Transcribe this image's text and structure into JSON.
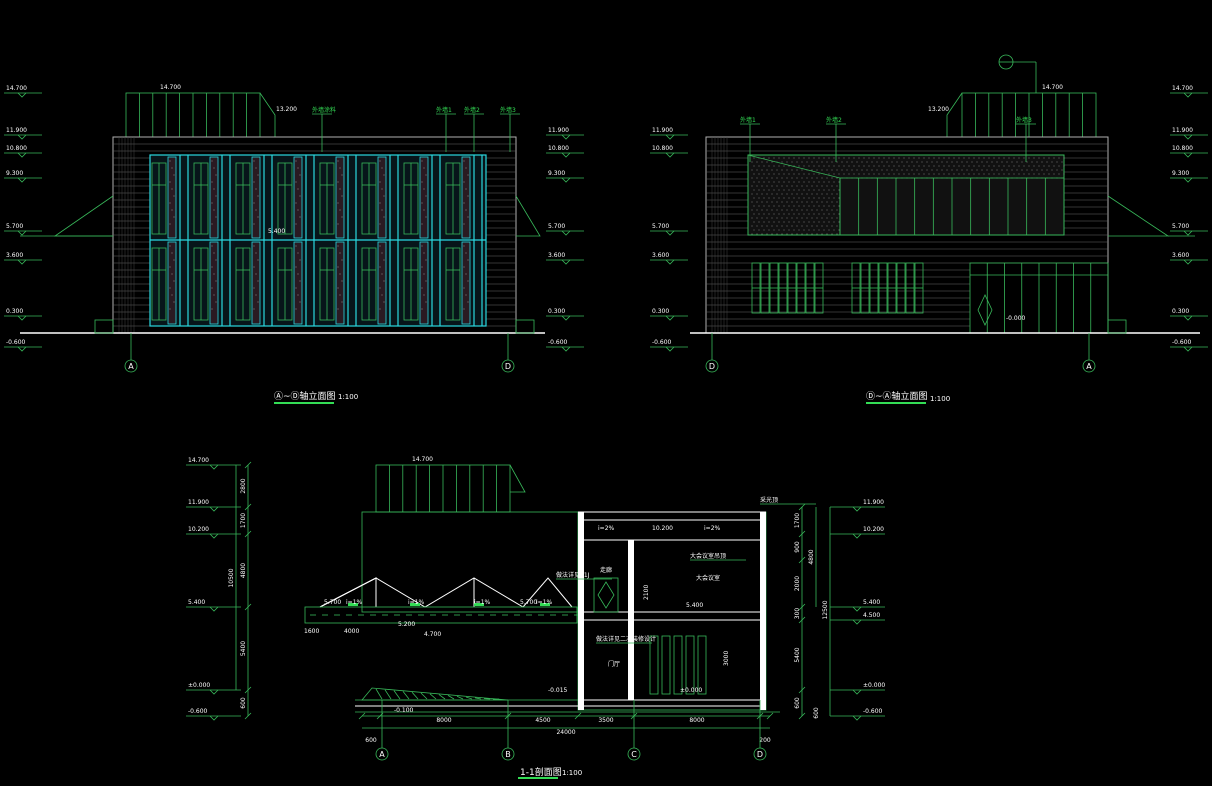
{
  "left_elevation": {
    "title": "Ⓐ~Ⓓ轴立面图",
    "scale": "1:100",
    "axis_left": "A",
    "axis_right": "D",
    "levels_left": [
      "14.700",
      "11.900",
      "10.800",
      "9.300",
      "5.700",
      "3.600",
      "0.300",
      "-0.600"
    ],
    "levels_right": [
      "11.900",
      "10.800",
      "9.300",
      "5.700",
      "3.600",
      "0.300",
      "-0.600"
    ],
    "roof_top": "14.700",
    "roof_eave": "13.200",
    "mid_label": "5.400",
    "note_tags": [
      "外墙涂料",
      "外墙1",
      "外墙2",
      "外墙3"
    ]
  },
  "right_elevation": {
    "title": "Ⓓ~Ⓐ轴立面图",
    "scale": "1:100",
    "axis_left": "D",
    "axis_right": "A",
    "levels_left": [
      "11.900",
      "10.800",
      "5.700",
      "3.600",
      "0.300",
      "-0.600"
    ],
    "levels_right": [
      "14.700",
      "11.900",
      "10.800",
      "9.300",
      "5.700",
      "3.600",
      "0.300",
      "-0.600"
    ],
    "roof_top": "14.700",
    "roof_eave": "13.200",
    "door_label": "-0.000",
    "note_tags": [
      "外墙1",
      "外墙2",
      "外墙3"
    ]
  },
  "section": {
    "title": "1-1剖面图",
    "scale": "1:100",
    "levels_left": [
      "14.700",
      "11.900",
      "10.200",
      "5.400",
      "±0.000",
      "-0.600"
    ],
    "levels_right": [
      "11.900",
      "10.200",
      "5.400",
      "4.500",
      "±0.000",
      "-0.600"
    ],
    "dims_left": [
      "2800",
      "1700",
      "4800",
      "10500",
      "5400",
      "600"
    ],
    "dims_right": [
      "1700",
      "900",
      "2000",
      "4800",
      "300",
      "12500",
      "5400",
      "600",
      "600"
    ],
    "bottom_dims": [
      "600",
      "8000",
      "4500",
      "3500",
      "8000",
      "200"
    ],
    "total_dim": "24000",
    "axes": [
      "A",
      "B",
      "C",
      "D"
    ],
    "roof_top": "14.700",
    "labels": [
      "5.700",
      "i=1%",
      "i=1%",
      "i=1%",
      "5.700",
      "i=1%",
      "5.200",
      "4.700",
      "-0.015",
      "-0.100",
      "±0.000",
      "5.400",
      "10.200",
      "i=2%",
      "i=2%",
      "大会议室",
      "门厅",
      "走廊",
      "2100",
      "3000",
      "1600",
      "4000"
    ],
    "notes": [
      "采光顶",
      "做法详见01J",
      "大会议室吊顶",
      "做法详见二次装修设计"
    ]
  },
  "colors": {
    "background": "#000000",
    "lines": "#38b85a",
    "glass": "#2ad8e0",
    "wall": "#b0b0b0"
  }
}
